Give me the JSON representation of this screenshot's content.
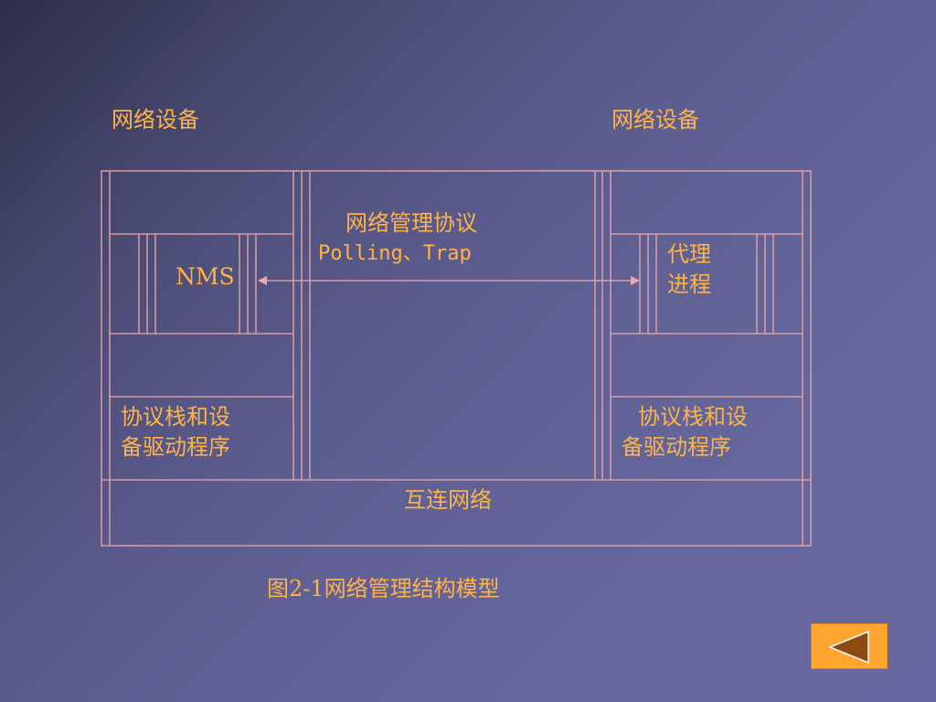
{
  "device_left": {
    "label": "网络设备",
    "nms_label": "NMS",
    "stack_line1": "协议栈和设",
    "stack_line2": "备驱动程序"
  },
  "device_right": {
    "label": "网络设备",
    "agent_line1": "代理",
    "agent_line2": "进程",
    "stack_line1": "协议栈和设",
    "stack_line2": "备驱动程序"
  },
  "protocol": {
    "title": "网络管理协议",
    "subtitle": "Polling、Trap"
  },
  "network": {
    "label": "互连网络"
  },
  "caption": "图2-1网络管理结构模型",
  "colors": {
    "text": "#ffb347",
    "lines": "#f0a8a8",
    "nav_button": "#ffa530",
    "nav_arrow": "#8a4a10"
  },
  "navigation": {
    "back_icon": "left-triangle-icon"
  }
}
